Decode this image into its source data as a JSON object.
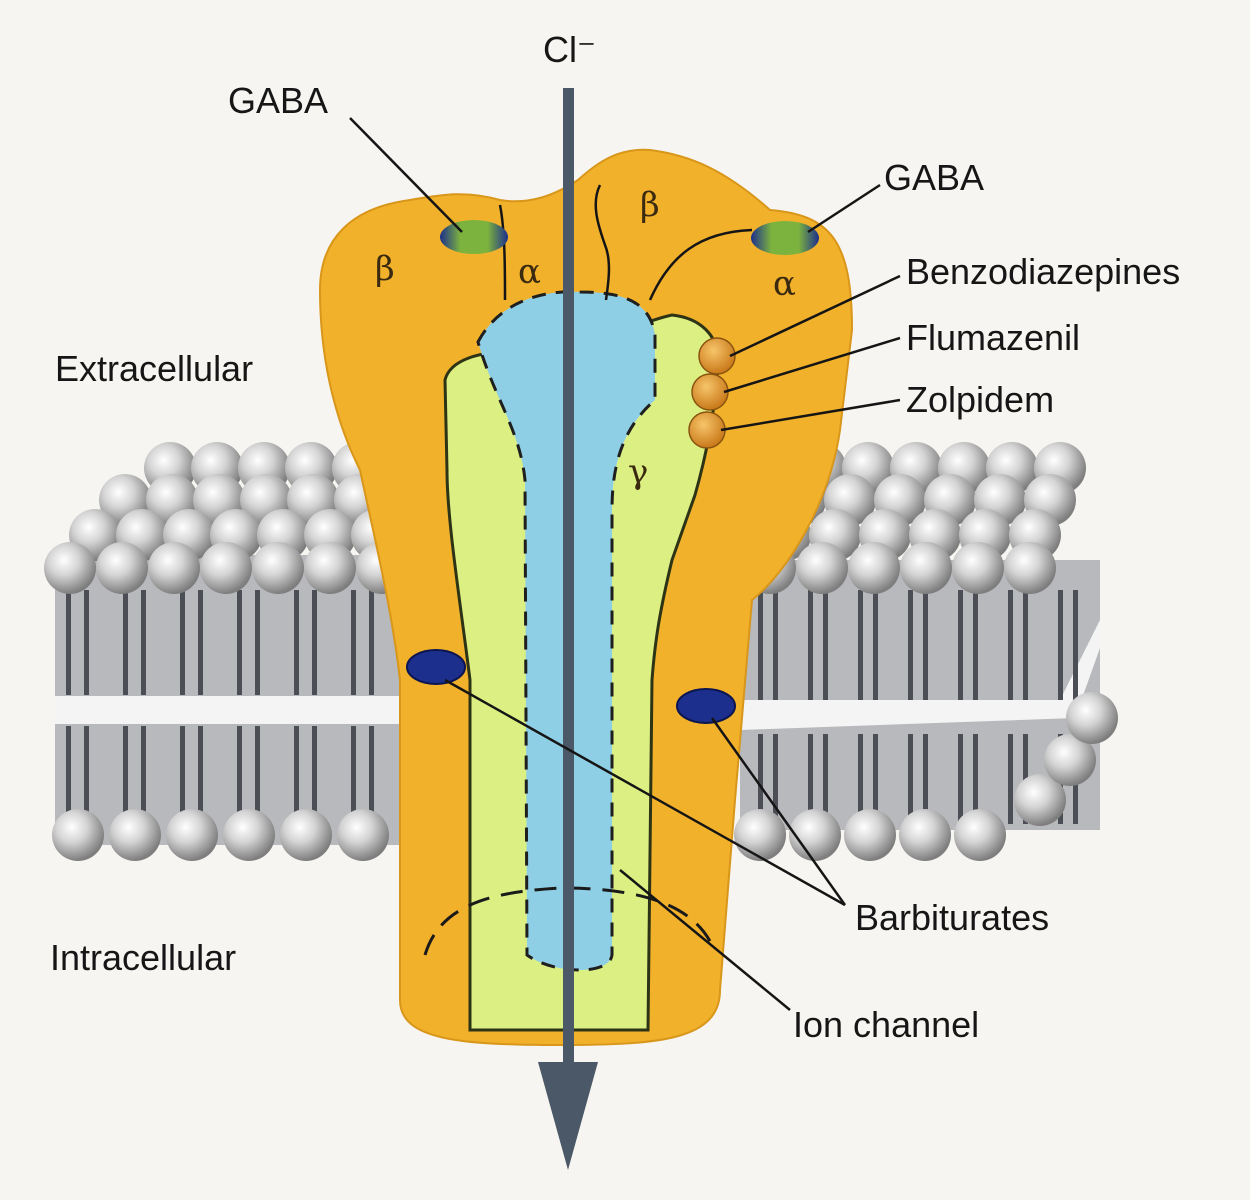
{
  "labels": {
    "ion": "Cl⁻",
    "gaba_left": "GABA",
    "gaba_right": "GABA",
    "benzodiazepines": "Benzodiazepines",
    "flumazenil": "Flumazenil",
    "zolpidem": "Zolpidem",
    "extracellular": "Extracellular",
    "intracellular": "Intracellular",
    "barbiturates": "Barbiturates",
    "ion_channel": "Ion channel"
  },
  "subunits": {
    "beta_left": "β",
    "alpha_left": "α",
    "beta_top": "β",
    "alpha_right": "α",
    "gamma": "γ"
  },
  "colors": {
    "receptor": "#f2b12b",
    "gamma_subunit": "#dcef82",
    "channel": "#8fcfe6",
    "gaba_site": "#6fa83a",
    "site_blue": "#1c2f8c",
    "drug_site": "#e89a2c",
    "arrow": "#4a5868",
    "lipid_head": "#c9c9c9",
    "lipid_tail": "#4b4f55"
  },
  "icons": [
    "chloride-flow-arrow",
    "gaba-binding-site",
    "benzodiazepine-binding-site",
    "barbiturate-binding-site",
    "lipid-bilayer"
  ]
}
